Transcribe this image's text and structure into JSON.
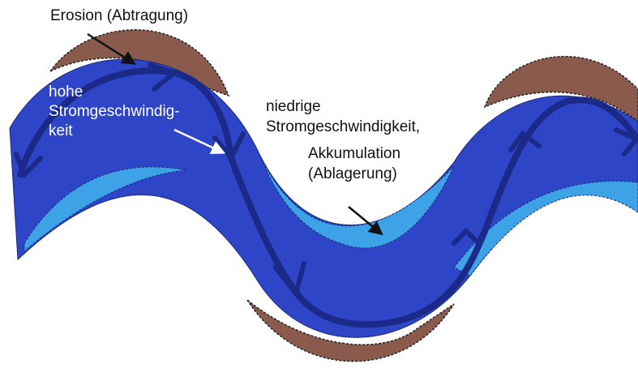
{
  "labels": {
    "erosion": "Erosion (Abtragung)",
    "high_velocity_line1": "hohe",
    "high_velocity_line2": "Stromgeschwindig-",
    "high_velocity_line3": "keit",
    "low_velocity_line1": "niedrige",
    "low_velocity_line2": "Stromgeschwindigkeit,",
    "accumulation_line1": "Akkumulation",
    "accumulation_line2": "(Ablagerung)"
  },
  "colors": {
    "river": "#2f45c8",
    "shallow_water": "#3da2e6",
    "eroded_bank": "#8a5a4c",
    "flow_arrow": "#1b2a88",
    "pointer_dark": "#111111",
    "pointer_light": "#ffffff"
  }
}
